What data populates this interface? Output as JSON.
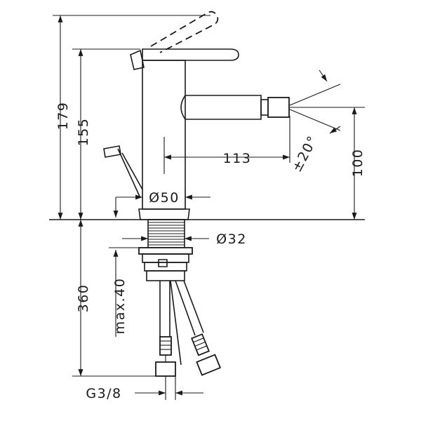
{
  "dimensions": {
    "total_height": "179",
    "lever_height": "155",
    "spout_reach": "113",
    "spray_angle": "±20°",
    "spout_height": "100",
    "body_diameter": "Ø50",
    "thread_diameter": "Ø32",
    "shank_length": "360",
    "max_deck": "max.40",
    "connection_thread": "G3/8"
  }
}
